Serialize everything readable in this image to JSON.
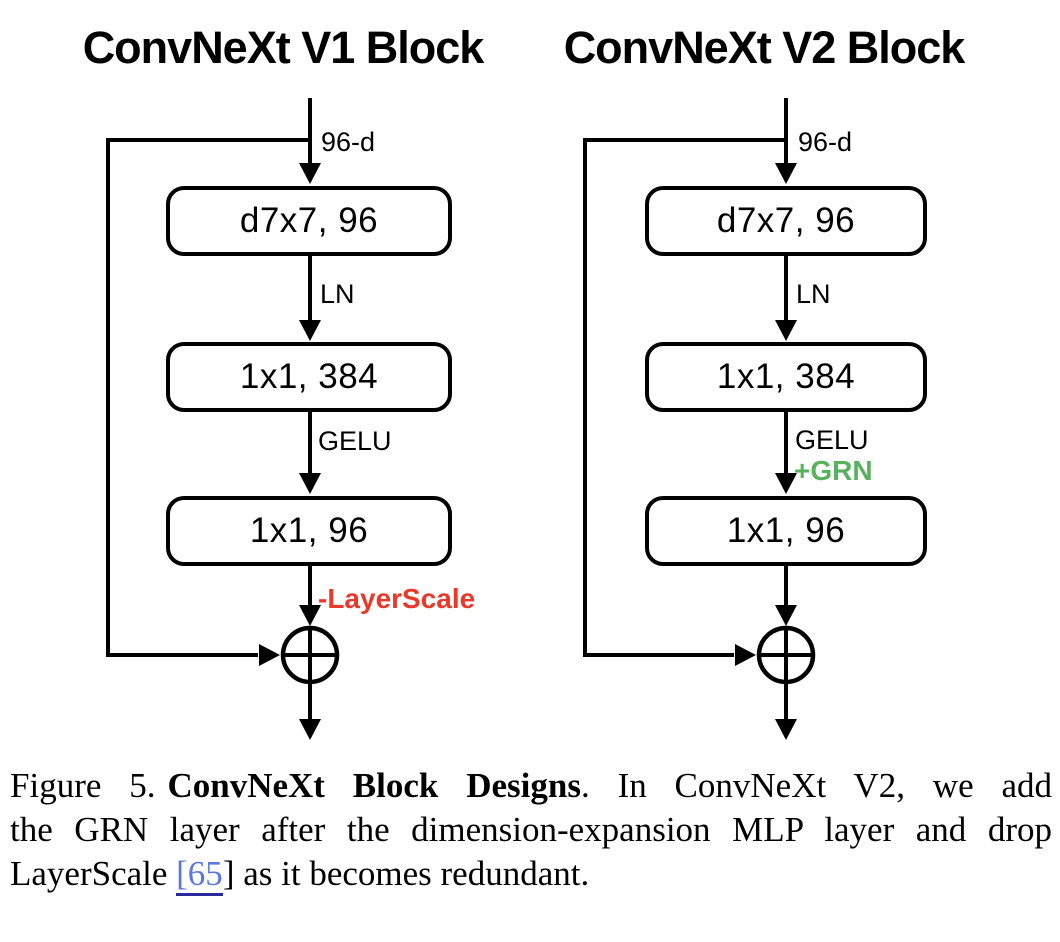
{
  "figure": {
    "diagrams": [
      {
        "title": "ConvNeXt V1 Block",
        "input_label": "96-d",
        "boxes": [
          "d7x7, 96",
          "1x1, 384",
          "1x1, 96"
        ],
        "edge_labels": {
          "norm": "LN",
          "activation": "GELU"
        },
        "annotation": {
          "text": "-LayerScale",
          "meaning": "removed"
        },
        "sum_icon": "circled-plus"
      },
      {
        "title": "ConvNeXt V2 Block",
        "input_label": "96-d",
        "boxes": [
          "d7x7, 96",
          "1x1, 384",
          "1x1, 96"
        ],
        "edge_labels": {
          "norm": "LN",
          "activation": "GELU"
        },
        "annotation": {
          "text": "+GRN",
          "meaning": "added"
        },
        "sum_icon": "circled-plus"
      }
    ],
    "caption": {
      "line1_prefix": "Figure 5.",
      "line1_bold": "ConvNeXt Block Designs",
      "line1_rest": ". In ConvNeXt V2, we add",
      "line2": "the GRN layer after the dimension-expansion MLP layer and drop",
      "line3_prefix": "LayerScale ",
      "citation": "[65",
      "citation_close": "]",
      "line3_suffix": " as it becomes redundant."
    },
    "colors": {
      "annotation_removed": "#e8392b",
      "annotation_added": "#56b25c",
      "citation_link": "#5b79dd",
      "diagram_lines": "#000000"
    }
  }
}
